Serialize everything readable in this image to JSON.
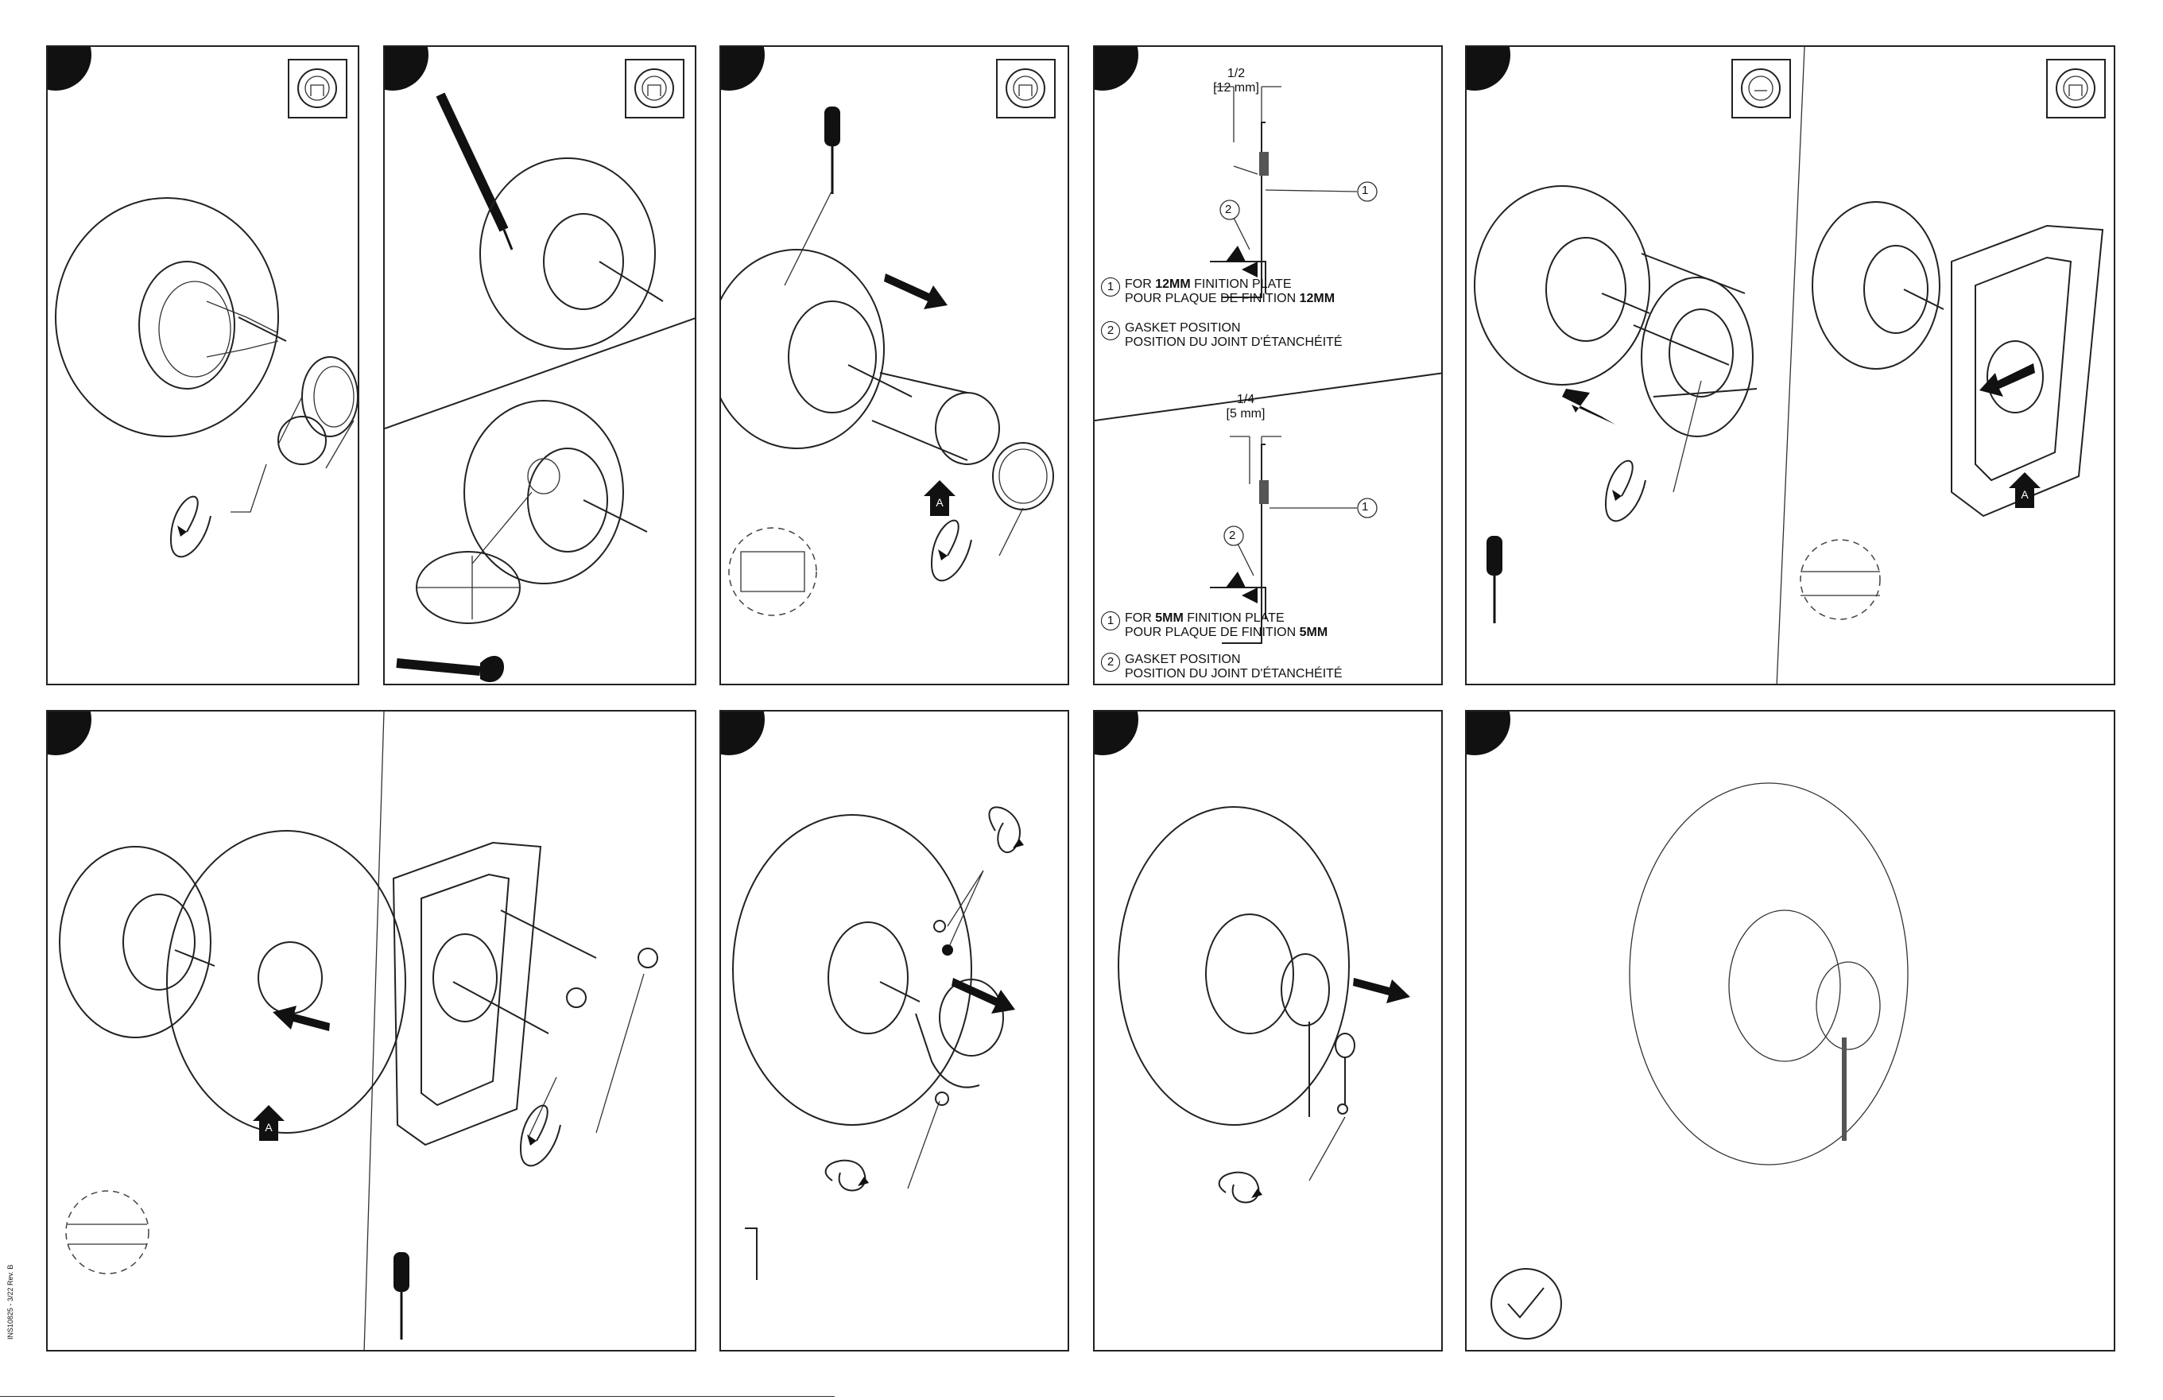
{
  "panels": [
    {
      "id": "p1"
    },
    {
      "id": "p2"
    },
    {
      "id": "p3"
    },
    {
      "id": "p4"
    },
    {
      "id": "p5"
    },
    {
      "id": "p6"
    },
    {
      "id": "p7"
    },
    {
      "id": "p8"
    },
    {
      "id": "p9"
    }
  ],
  "gasket_12mm": {
    "dim_fraction": "1/2",
    "dim_metric": "[12 mm]",
    "callout_1": "1",
    "callout_2": "2",
    "legend_1_en_pre": "FOR ",
    "legend_1_en_bold": "12MM",
    "legend_1_en_post": " FINITION PLATE",
    "legend_1_fr_pre": "POUR PLAQUE DE FINITION ",
    "legend_1_fr_bold": "12MM",
    "legend_2_en": "GASKET POSITION",
    "legend_2_fr": "POSITION DU JOINT D'ÉTANCHÉITÉ"
  },
  "gasket_5mm": {
    "dim_fraction": "1/4",
    "dim_metric": "[5 mm]",
    "callout_1": "1",
    "callout_2": "2",
    "legend_1_en_pre": "FOR ",
    "legend_1_en_bold": "5MM",
    "legend_1_en_post": " FINITION PLATE",
    "legend_1_fr_pre": "POUR PLAQUE DE FINITION ",
    "legend_1_fr_bold": "5MM",
    "legend_2_en": "GASKET POSITION",
    "legend_2_fr": "POSITION DU JOINT D'ÉTANCHÉITÉ"
  },
  "callout_A": "A",
  "part_number": "INS10825 - 3/22 Rev. B",
  "icons": [
    "hand-tighten-icon",
    "pencil-icon",
    "wrench-icon",
    "screwdriver-icon",
    "check-icon",
    "push-arrow-icon",
    "rotate-icon"
  ]
}
